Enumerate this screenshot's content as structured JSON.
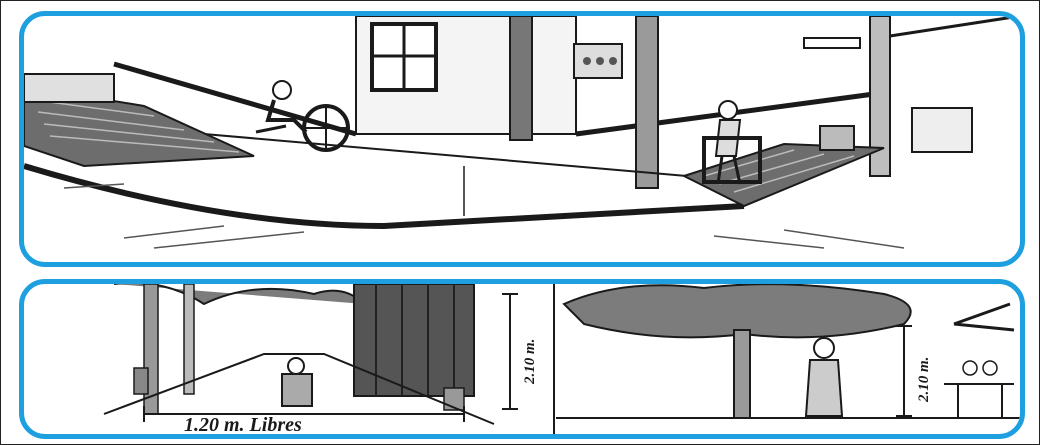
{
  "panels": {
    "top": {
      "scene": "street-corner-curb-ramp"
    },
    "bottom_left": {
      "scene": "sidewalk-clearance",
      "width_label": "1.20 m.  Libres",
      "height_label": "2.10 m."
    },
    "bottom_right": {
      "scene": "tree-canopy-clearance",
      "height_label": "2.10 m."
    }
  },
  "colors": {
    "frame_border": "#1ea0e0",
    "ink": "#1a1a1a",
    "ramp_fill": "#6d6d6d",
    "pole_fill": "#9a9a9a",
    "foliage": "#7c7c7c"
  }
}
